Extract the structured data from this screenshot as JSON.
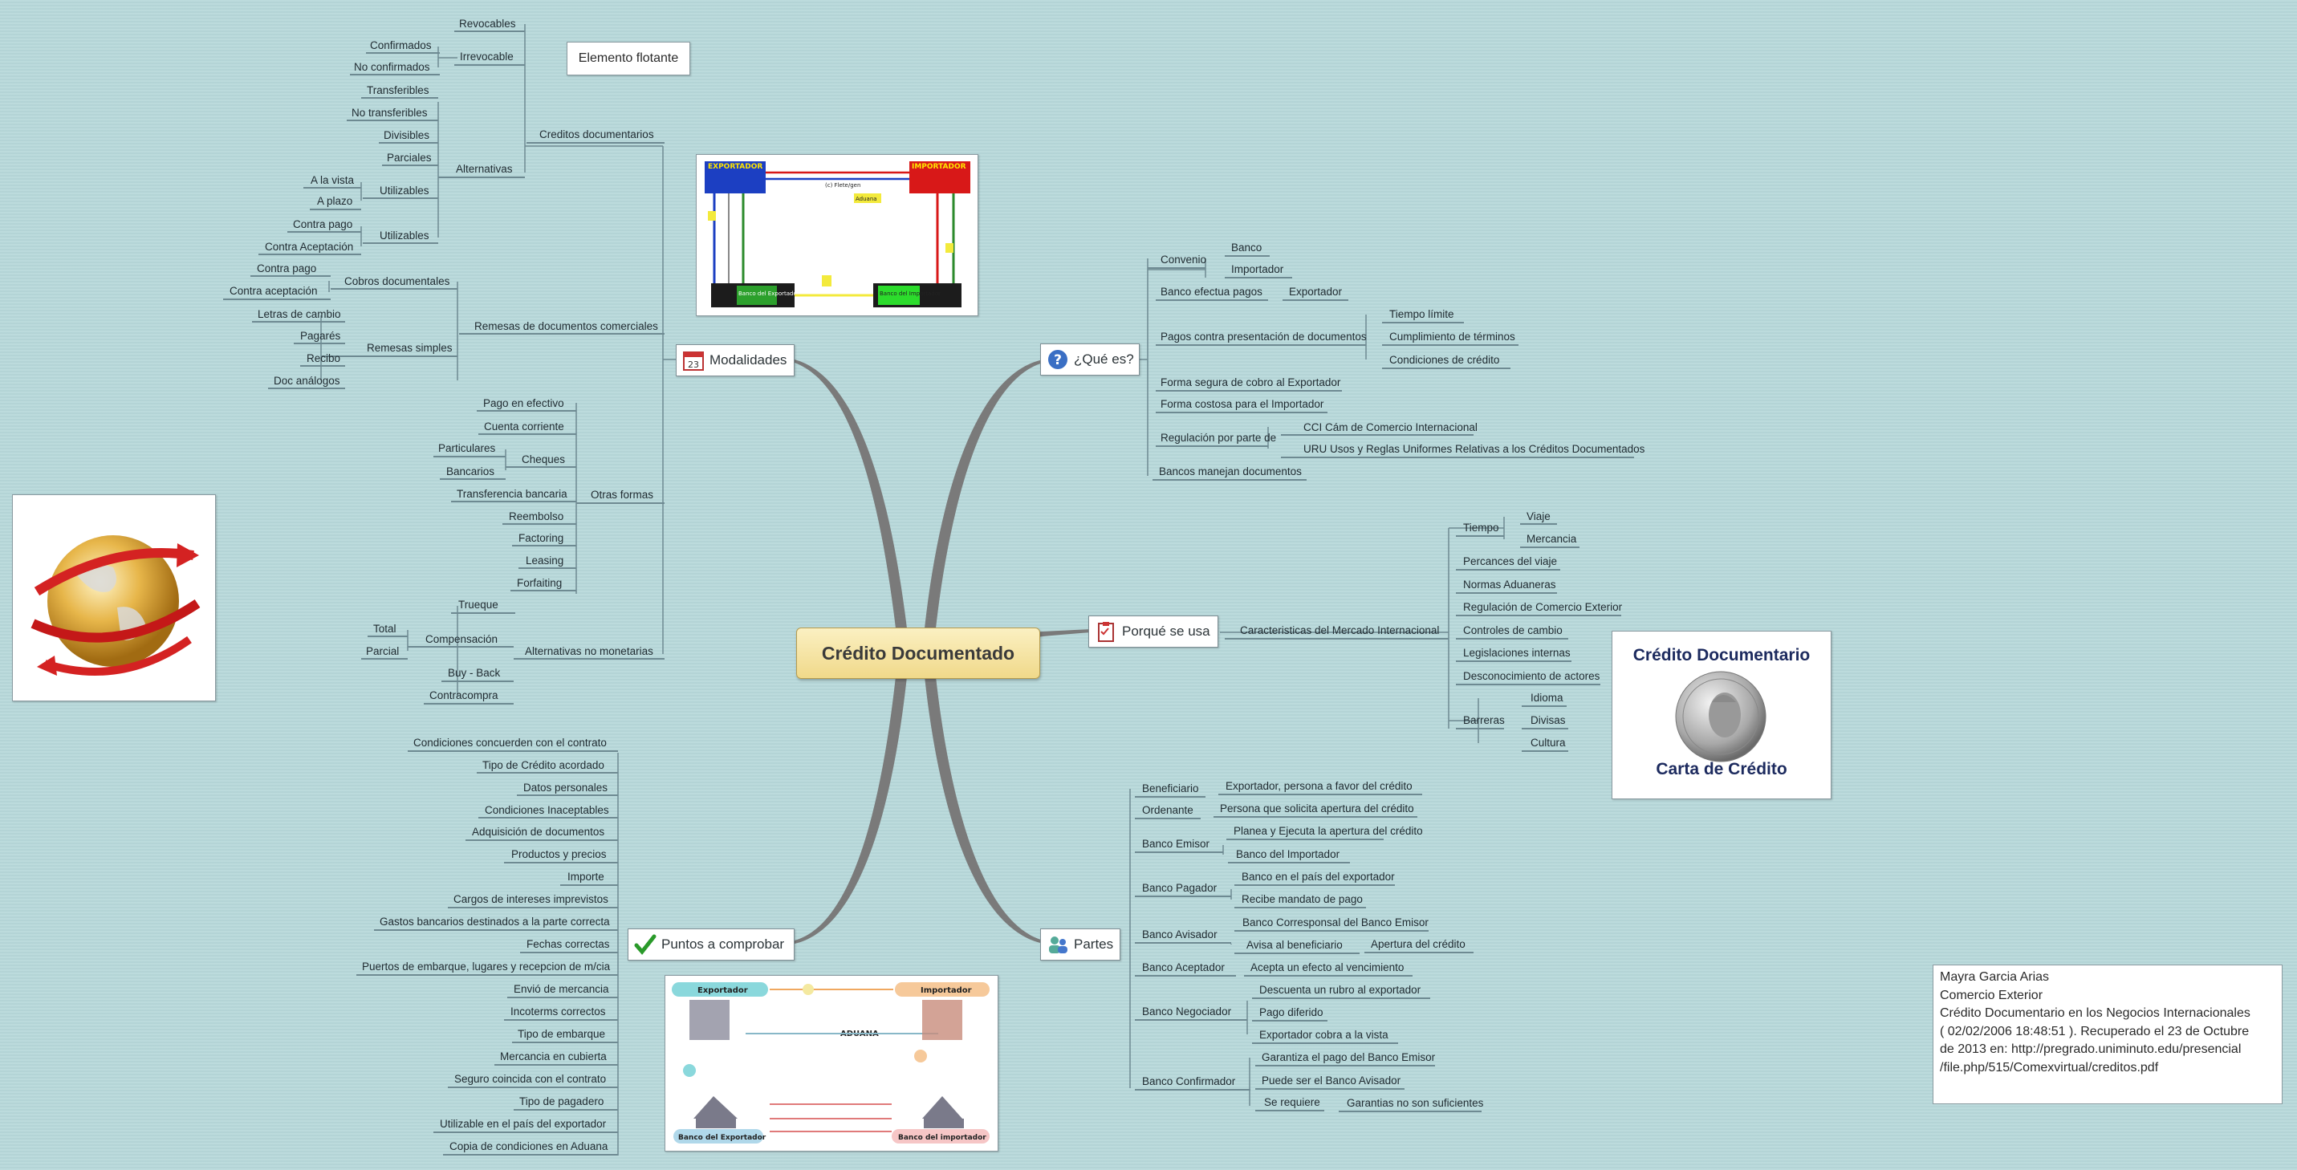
{
  "central": "Crédito Documentado",
  "floating": "Elemento flotante",
  "coin_card": {
    "title": "Crédito Documentario",
    "caption": "Carta de Crédito"
  },
  "note": [
    "Mayra Garcia Arias",
    "Comercio Exterior",
    "Crédito Documentario en los Negocios Internacionales",
    "( 02/02/2006 18:48:51 ). Recuperado el 23 de Octubre",
    "de 2013 en: http://pregrado.uniminuto.edu/presencial",
    "/file.php/515/Comexvirtual/creditos.pdf"
  ],
  "colors": {
    "background": "#b7d8da",
    "branch": "#777777",
    "central_fill": "#f3dd92",
    "connector": "#6e8a92"
  },
  "diagram1": {
    "exportador": "EXPORTADOR",
    "importador": "IMPORTADOR",
    "banco_exp": "Banco del Exportador",
    "banco_imp": "Banco del Importador",
    "aduana": "Aduana",
    "flete": "(c) Flete/gen"
  },
  "diagram2": {
    "exportador": "Exportador",
    "importador": "Importador",
    "aduana": "ADUANA",
    "banco_exp": "Banco del Exportador",
    "banco_imp": "Banco del importador"
  },
  "topics": {
    "modalidades": "Modalidades",
    "que_es": "¿Qué es?",
    "porque": "Porqué se usa",
    "puntos": "Puntos a comprobar",
    "partes": "Partes"
  },
  "icons": {
    "modalidades": "calendar-icon",
    "que_es": "question-icon",
    "porque": "clipboard-icon",
    "puntos": "checkmark-icon",
    "partes": "people-icon"
  },
  "labels": {
    "creditos_doc": "Creditos documentarios",
    "revocables": "Revocables",
    "irrevocable": "Irrevocable",
    "confirmados": "Confirmados",
    "no_confirmados": "No confirmados",
    "alternativas": "Alternativas",
    "transferibles": "Transferibles",
    "no_transferibles": "No transferibles",
    "divisibles": "Divisibles",
    "parciales": "Parciales",
    "utilizables1": "Utilizables",
    "a_la_vista": "A la vista",
    "a_plazo": "A plazo",
    "utilizables2": "Utilizables",
    "contra_pago1": "Contra pago",
    "contra_aceptacion1": "Contra Aceptación",
    "remesas": "Remesas de documentos comerciales",
    "cobros": "Cobros documentales",
    "contra_pago2": "Contra pago",
    "contra_aceptacion2": "Contra aceptación",
    "remesas_simples": "Remesas simples",
    "letras": "Letras de cambio",
    "pagares": "Pagarés",
    "recibo": "Recibo",
    "doc_analogos": "Doc análogos",
    "otras_formas": "Otras formas",
    "pago_efectivo": "Pago en efectivo",
    "cuenta_corriente": "Cuenta corriente",
    "cheques": "Cheques",
    "particulares": "Particulares",
    "bancarios": "Bancarios",
    "transferencia": "Transferencia bancaria",
    "reembolso": "Reembolso",
    "factoring": "Factoring",
    "leasing": "Leasing",
    "forfaiting": "Forfaiting",
    "alt_no_monetarias": "Alternativas no monetarias",
    "trueque": "Trueque",
    "compensacion": "Compensación",
    "total": "Total",
    "parcial": "Parcial",
    "buy_back": "Buy - Back",
    "contracompra": "Contracompra",
    "p1": "Condiciones concuerden con el contrato",
    "p2": "Tipo de Crédito acordado",
    "p3": "Datos personales",
    "p4": "Condiciones Inaceptables",
    "p5": "Adquisición de documentos",
    "p6": "Productos y precios",
    "p7": "Importe",
    "p8": "Cargos de intereses imprevistos",
    "p9": "Gastos bancarios destinados a la parte correcta",
    "p10": "Fechas correctas",
    "p11": "Puertos de embarque, lugares y recepcion de m/cia",
    "p12": "Envió de mercancia",
    "p13": "Incoterms correctos",
    "p14": "Tipo de embarque",
    "p15": "Mercancia en cubierta",
    "p16": "Seguro coincida con el contrato",
    "p17": "Tipo de pagadero",
    "p18": "Utilizable en el país del exportador",
    "p19": "Copia de condiciones en Aduana",
    "convenio": "Convenio",
    "banco": "Banco",
    "importador": "Importador",
    "banco_efectua": "Banco efectua pagos",
    "exportador": "Exportador",
    "pagos_contra": "Pagos contra presentación de documentos",
    "tiempo_limite": "Tiempo límite",
    "cumplimiento": "Cumplimiento de términos",
    "condiciones_credito": "Condiciones de crédito",
    "forma_segura": "Forma segura de cobro al Exportador",
    "forma_costosa": "Forma costosa para el Importador",
    "regulacion_por": "Regulación por parte de",
    "cci": "CCI Cám de Comercio Internacional",
    "uru": "URU Usos y Reglas Uniformes Relativas a los Créditos Documentados",
    "bancos_manejan": "Bancos manejan documentos",
    "caracteristicas": "Caracteristicas del Mercado Internacional",
    "tiempo": "Tiempo",
    "viaje": "Viaje",
    "mercancia": "Mercancia",
    "percances": "Percances del viaje",
    "normas": "Normas Aduaneras",
    "regulacion_ce": "Regulación de Comercio Exterior",
    "controles": "Controles de cambio",
    "legislaciones": "Legislaciones internas",
    "desconocimiento": "Desconocimiento de actores",
    "barreras": "Barreras",
    "idioma": "Idioma",
    "divisas": "Divisas",
    "cultura": "Cultura",
    "beneficiario": "Beneficiario",
    "benef_desc": "Exportador, persona a favor del crédito",
    "ordenante": "Ordenante",
    "orden_desc": "Persona que solicita apertura del crédito",
    "banco_emisor": "Banco Emisor",
    "emisor1": "Planea y Ejecuta la apertura del crédito",
    "emisor2": "Banco del Importador",
    "banco_pagador": "Banco Pagador",
    "pagador1": "Banco en el país del exportador",
    "pagador2": "Recibe mandato de pago",
    "banco_avisador": "Banco Avisador",
    "avisador1": "Banco Corresponsal del Banco Emisor",
    "avisador2": "Avisa al beneficiario",
    "apertura": "Apertura del crédito",
    "banco_aceptador": "Banco Aceptador",
    "aceptador1": "Acepta un efecto al vencimiento",
    "banco_negociador": "Banco Negociador",
    "neg1": "Descuenta un rubro al exportador",
    "neg2": "Pago diferido",
    "neg3": "Exportador cobra a la vista",
    "banco_confirmador": "Banco Confirmador",
    "conf1": "Garantiza el pago del Banco Emisor",
    "conf2": "Puede ser el Banco Avisador",
    "conf3": "Se requiere",
    "garantias": "Garantias no son suficientes"
  }
}
